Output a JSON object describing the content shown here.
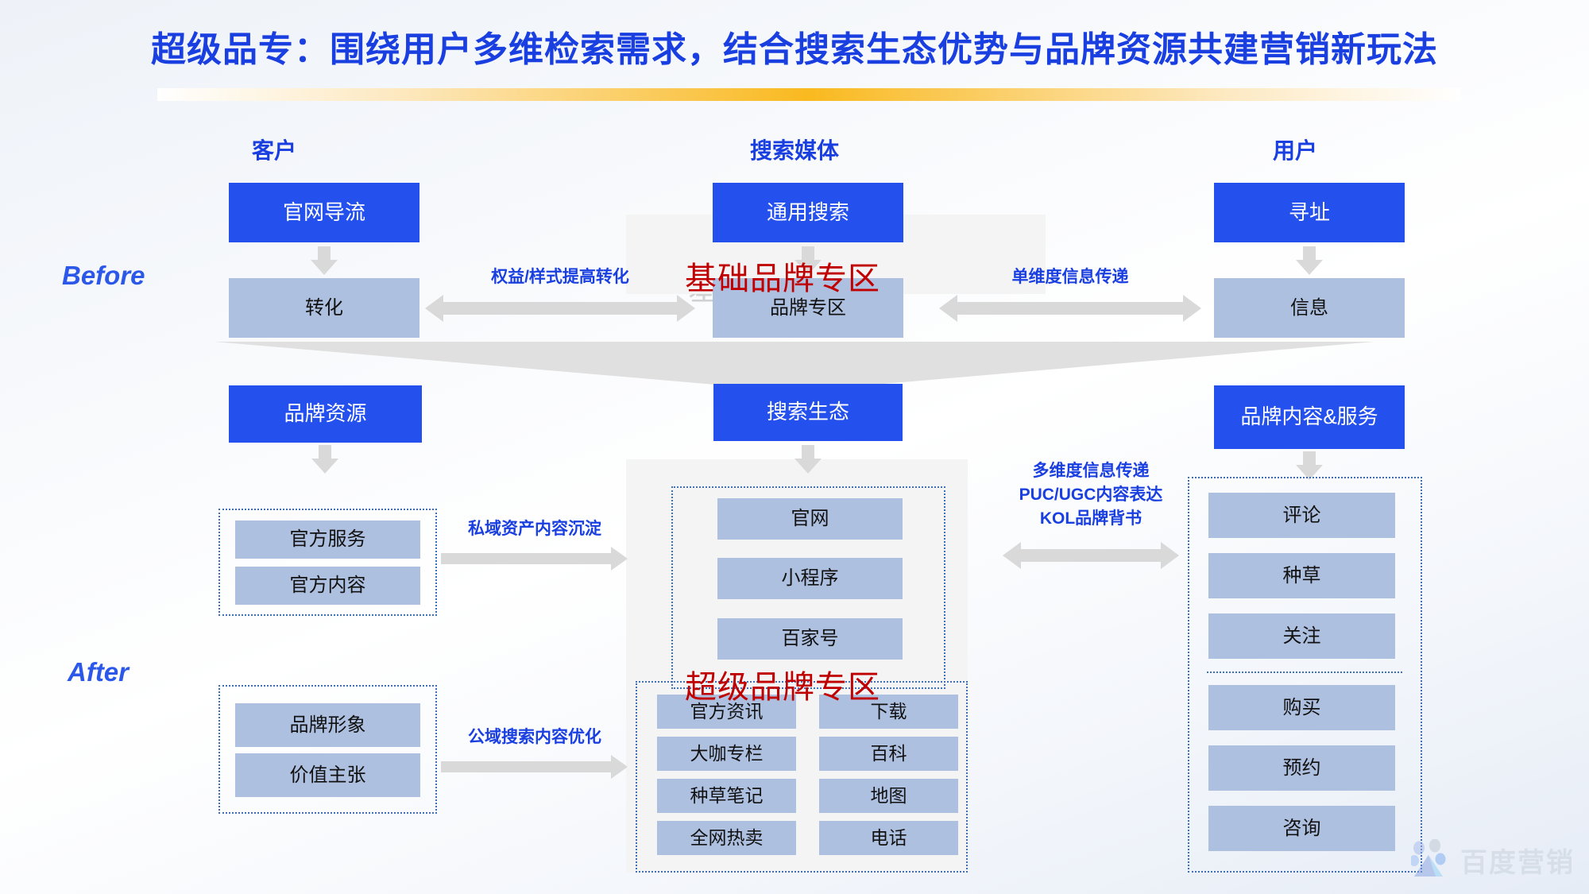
{
  "slide": {
    "title": "超级品专：围绕用户多维检索需求，结合搜索生态优势与品牌资源共建营销新玩法",
    "accent_blue": "#1a3fe0",
    "box_blue": "#2450ee",
    "box_light_blue": "#aec0e0",
    "arrow_grey": "#d9d9d9",
    "red": "#c00000",
    "underline_gold": "#f9b91f"
  },
  "column_headers": {
    "customer": "客户",
    "media": "搜索媒体",
    "user": "用户"
  },
  "stage_labels": {
    "before": "Before",
    "after": "After"
  },
  "before": {
    "customer": {
      "top_box": "官网导流",
      "bottom_box": "转化"
    },
    "media": {
      "top_box": "通用搜索",
      "bottom_box": "品牌专区",
      "red_overlay": "基础品牌专区"
    },
    "user": {
      "top_box": "寻址",
      "bottom_box": "信息"
    },
    "arrows": {
      "left_caption": "权益/样式提高转化",
      "right_caption": "单维度信息传递"
    }
  },
  "after": {
    "red_overlay": "超级品牌专区",
    "left": {
      "top_box": "品牌资源",
      "group_a": [
        "官方服务",
        "官方内容"
      ],
      "group_b": [
        "品牌形象",
        "价值主张"
      ],
      "arrow_caption_a": "私域资产内容沉淀",
      "arrow_caption_b": "公域搜索内容优化"
    },
    "center": {
      "top_box": "搜索生态",
      "group_a": [
        "官网",
        "小程序",
        "百家号"
      ],
      "group_b_left": [
        "官方资讯",
        "大咖专栏",
        "种草笔记",
        "全网热卖"
      ],
      "group_b_right": [
        "下载",
        "百科",
        "地图",
        "电话"
      ]
    },
    "right": {
      "top_box": "品牌内容&服务",
      "group_top": [
        "评论",
        "种草",
        "关注"
      ],
      "group_bottom": [
        "购买",
        "预约",
        "咨询"
      ],
      "arrow_caption": [
        "多维度信息传递",
        "PUC/UGC内容表达",
        "KOL品牌背书"
      ]
    }
  },
  "watermark": {
    "text": "百度营销",
    "icon": "baidu-bear-paw-logo"
  }
}
